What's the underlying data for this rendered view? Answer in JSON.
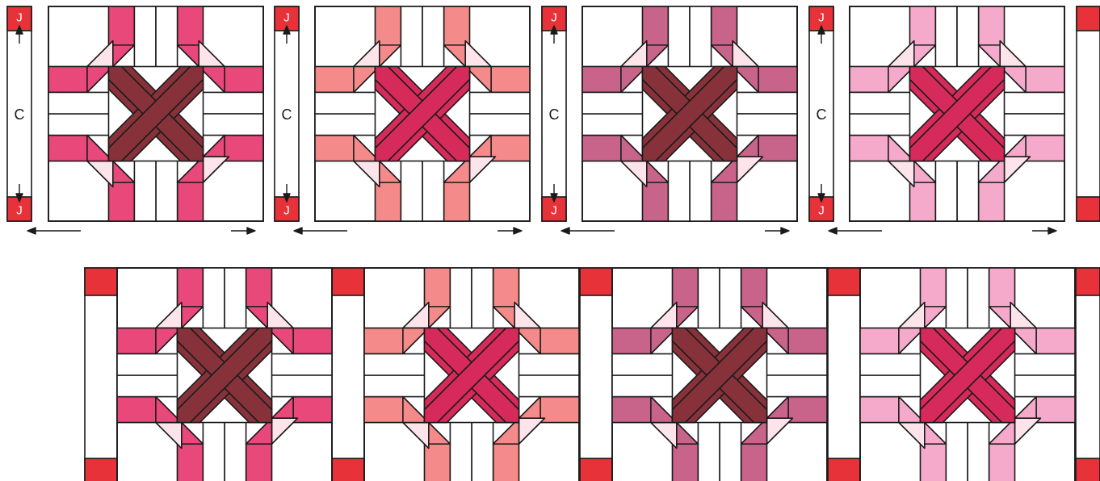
{
  "diagram": {
    "labels": {
      "cornerstone": "J",
      "sashing": "C"
    },
    "colors": {
      "outline": "#1a1a1a",
      "background": "#ffffff",
      "cornerstone": "#e8323a",
      "light_triangle": "#fde3ea"
    },
    "blocks": [
      {
        "name": "block-1",
        "center": "#87323a",
        "point": "#e8487a"
      },
      {
        "name": "block-2",
        "center": "#d62a5a",
        "point": "#f48a8a"
      },
      {
        "name": "block-3",
        "center": "#87323a",
        "point": "#c8648a"
      },
      {
        "name": "block-4",
        "center": "#d62a5a",
        "point": "#f5aacb"
      }
    ]
  }
}
